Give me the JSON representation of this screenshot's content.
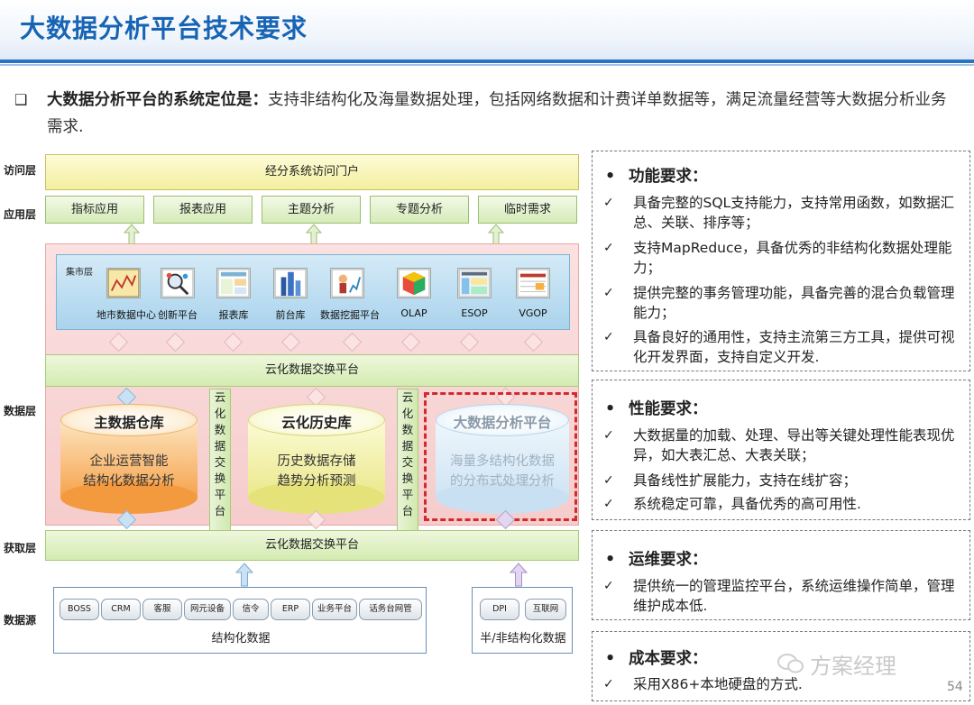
{
  "header": {
    "title": "大数据分析平台技术要求"
  },
  "intro": {
    "bullet": "❑",
    "label": "大数据分析平台的系统定位是：",
    "text": "支持非结构化及海量数据处理，包括网络数据和计费详单数据等，满足流量经营等大数据分析业务需求."
  },
  "diagram": {
    "layers": {
      "access": "访问层",
      "application": "应用层",
      "data": "数据层",
      "acquisition": "获取层",
      "source": "数据源"
    },
    "portal": "经分系统访问门户",
    "apps": [
      "指标应用",
      "报表应用",
      "主题分析",
      "专题分析",
      "临时需求"
    ],
    "mart": {
      "label": "集市层",
      "items": [
        "地市数据中心",
        "创新平台",
        "报表库",
        "前台库",
        "数据挖掘平台",
        "OLAP",
        "ESOP",
        "VGOP"
      ]
    },
    "exchange": "云化数据交换平台",
    "exchange_vertical": [
      "云",
      "化",
      "数",
      "据",
      "交",
      "换",
      "平",
      "台"
    ],
    "stores": [
      {
        "title": "主数据仓库",
        "lines": [
          "企业运营智能",
          "结构化数据分析"
        ]
      },
      {
        "title": "云化历史库",
        "lines": [
          "历史数据存储",
          "趋势分析预测"
        ]
      },
      {
        "title": "大数据分析平台",
        "lines": [
          "海量多结构化数据",
          "的分布式处理分析"
        ]
      }
    ],
    "acquisition": "云化数据交换平台",
    "sources": {
      "structured": [
        "BOSS",
        "CRM",
        "客服",
        "网元设备",
        "信令",
        "ERP",
        "业务平台",
        "话务台网管"
      ],
      "structured_caption": "结构化数据",
      "unstructured": [
        "DPI",
        "互联网"
      ],
      "unstructured_caption": "半/非结构化数据"
    }
  },
  "requirements": {
    "bullet": "•",
    "check": "✓",
    "functional": {
      "title": "功能要求：",
      "items": [
        "具备完整的SQL支持能力，支持常用函数，如数据汇总、关联、排序等；",
        "支持MapReduce，具备优秀的非结构化数据处理能力；",
        "提供完整的事务管理功能，具备完善的混合负载管理能力；",
        "具备良好的通用性，支持主流第三方工具，提供可视化开发界面，支持自定义开发."
      ]
    },
    "performance": {
      "title": "性能要求：",
      "items": [
        "大数据量的加载、处理、导出等关键处理性能表现优异，如大表汇总、大表关联；",
        "具备线性扩展能力，支持在线扩容；",
        "系统稳定可靠，具备优秀的高可用性."
      ]
    },
    "operations": {
      "title": "运维要求：",
      "items": [
        "提供统一的管理监控平台，系统运维操作简单，管理维护成本低."
      ]
    },
    "cost": {
      "title": "成本要求：",
      "items": [
        "采用X86+本地硬盘的方式."
      ]
    }
  },
  "watermark": "方案经理",
  "page_number": "54",
  "colors": {
    "title_blue": "#1764b5",
    "dashed_red": "#d22a2a",
    "exchange_green": "#d3ebb0",
    "portal_yellow": "#f4ef9e"
  }
}
